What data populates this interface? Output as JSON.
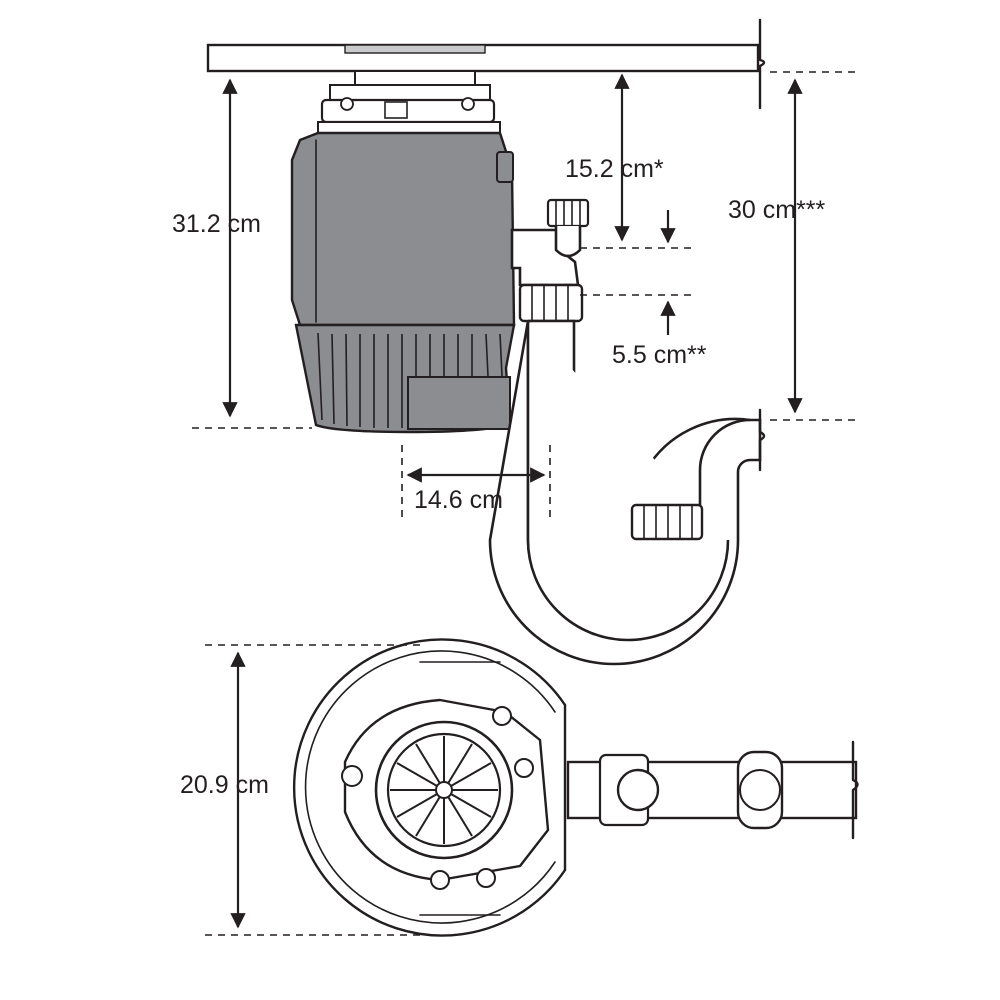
{
  "dimensions": {
    "height_total": "31.2 cm",
    "inlet_to_outlet": "15.2 cm*",
    "sink_to_drain": "30 cm***",
    "outlet_height": "5.5 cm**",
    "outlet_offset": "14.6 cm",
    "diameter": "20.9 cm"
  },
  "colors": {
    "line": "#231f20",
    "body": "#8b8d90",
    "background": "#ffffff"
  }
}
